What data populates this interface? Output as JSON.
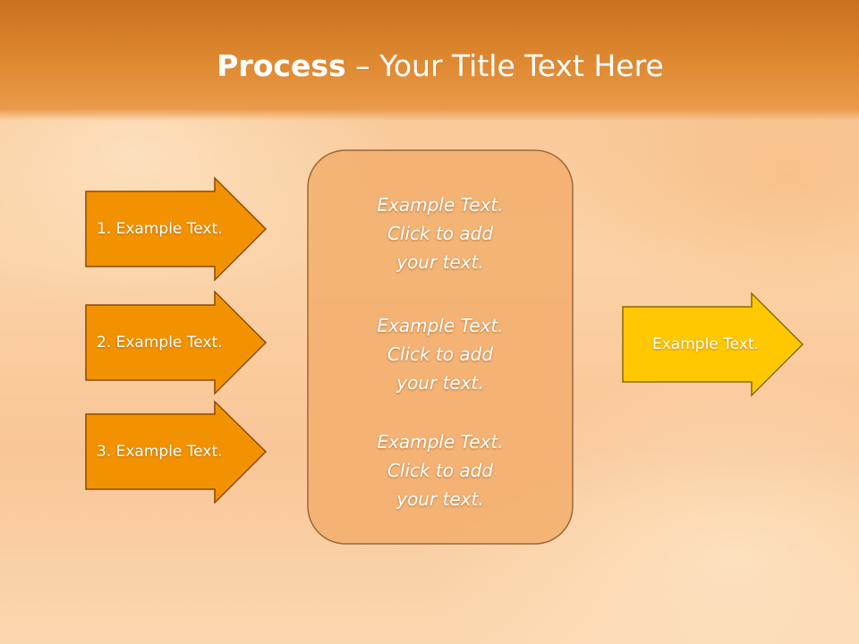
{
  "title": {
    "bold": "Process",
    "dash": " – ",
    "rest": "Your Title Text Here"
  },
  "inputs": [
    {
      "label": "1. Example Text."
    },
    {
      "label": "2. Example Text."
    },
    {
      "label": "3. Example Text."
    }
  ],
  "center_box": {
    "paragraphs": [
      {
        "line1": "Example Text.",
        "line2": "Click  to add",
        "line3": "your text."
      },
      {
        "line1": "Example Text.",
        "line2": "Click  to add",
        "line3": "your text."
      },
      {
        "line1": "Example Text.",
        "line2": "Click  to add",
        "line3": "your text."
      }
    ]
  },
  "output": {
    "label": "Example Text."
  },
  "colors": {
    "header": "#e08a33",
    "input_arrow_fill": "#f39200",
    "input_arrow_stroke": "#8a4b0a",
    "center_box_fill": "#f3b171",
    "center_box_stroke": "#9a6a3a",
    "output_arrow_fill": "#ffc800",
    "output_arrow_stroke": "#8a6a00"
  }
}
